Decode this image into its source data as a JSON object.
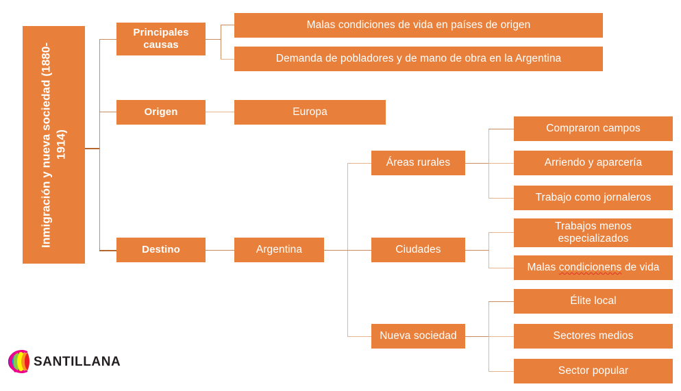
{
  "diagram": {
    "title": "Inmigración y nueva sociedad (1880-1914)",
    "accent_color": "#E8803C",
    "connector_color": "#C98A5E",
    "connector_color_strong": "#B5662C",
    "text_color": "#FFFFFF",
    "background_color": "#FFFFFF",
    "spellcheck_underline_color": "#E03127"
  },
  "root": {
    "label": "Inmigración y nueva sociedad\n(1880-1914)",
    "line1": "Inmigración y nueva sociedad",
    "line2": "(1880-1914)"
  },
  "branches": [
    {
      "id": "causas",
      "label": "Principales causas",
      "children": [
        {
          "id": "malas-condiciones-origen",
          "label": "Malas condiciones de vida en países de origen"
        },
        {
          "id": "demanda-pobladores",
          "label": "Demanda de pobladores y de mano de obra en la Argentina"
        }
      ]
    },
    {
      "id": "origen",
      "label": "Origen",
      "children": [
        {
          "id": "europa",
          "label": "Europa"
        }
      ]
    },
    {
      "id": "destino",
      "label": "Destino",
      "children": [
        {
          "id": "argentina",
          "label": "Argentina",
          "children": [
            {
              "id": "areas-rurales",
              "label": "Áreas rurales",
              "children": [
                {
                  "id": "compraron-campos",
                  "label": "Compraron campos"
                },
                {
                  "id": "arriendo-aparceria",
                  "label": "Arriendo y aparcería"
                },
                {
                  "id": "trabajo-jornaleros",
                  "label": "Trabajo como jornaleros"
                }
              ]
            },
            {
              "id": "ciudades",
              "label": "Ciudades",
              "children": [
                {
                  "id": "trabajos-menos-especializados",
                  "label": "Trabajos menos especializados",
                  "line1": "Trabajos menos",
                  "line2": "especializados"
                },
                {
                  "id": "malas-condicionens-vida",
                  "label": "Malas condicionens de vida",
                  "prefix": "Malas ",
                  "misspelled_word": "condicionens",
                  "suffix": " de vida"
                }
              ]
            },
            {
              "id": "nueva-sociedad",
              "label": "Nueva sociedad",
              "children": [
                {
                  "id": "elite-local",
                  "label": "Élite local"
                },
                {
                  "id": "sectores-medios",
                  "label": "Sectores medios"
                },
                {
                  "id": "sector-popular",
                  "label": "Sector popular"
                }
              ]
            }
          ]
        }
      ]
    }
  ],
  "logo": {
    "name": "santillana-logo",
    "wordmark": "SANTILLANA",
    "mark_colors": [
      "#EC008C",
      "#E6007E",
      "#8DC63F",
      "#39B54A",
      "#FFF200",
      "#F7941E",
      "#00AEEF",
      "#662D91"
    ]
  }
}
